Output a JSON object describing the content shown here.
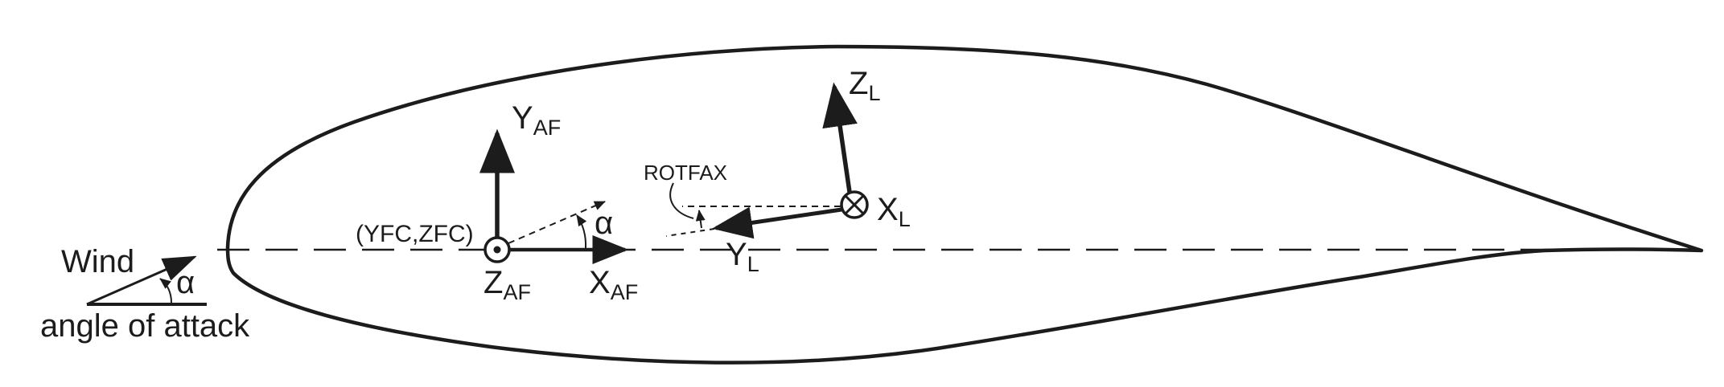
{
  "diagram": {
    "labels": {
      "y_af": {
        "main": "Y",
        "sub": "AF"
      },
      "z_af": {
        "main": "Z",
        "sub": "AF"
      },
      "x_af": {
        "main": "X",
        "sub": "AF"
      },
      "z_l": {
        "main": "Z",
        "sub": "L"
      },
      "x_l": {
        "main": "X",
        "sub": "L"
      },
      "y_l": {
        "main": "Y",
        "sub": "L"
      },
      "origin_coords": "(YFC,ZFC)",
      "alpha_center": "α",
      "alpha_wind": "α",
      "rotfax": "ROTFAX",
      "wind": "Wind",
      "angle_of_attack": "angle of attack"
    },
    "colors": {
      "stroke": "#1c1c1c",
      "background": "#ffffff"
    }
  }
}
